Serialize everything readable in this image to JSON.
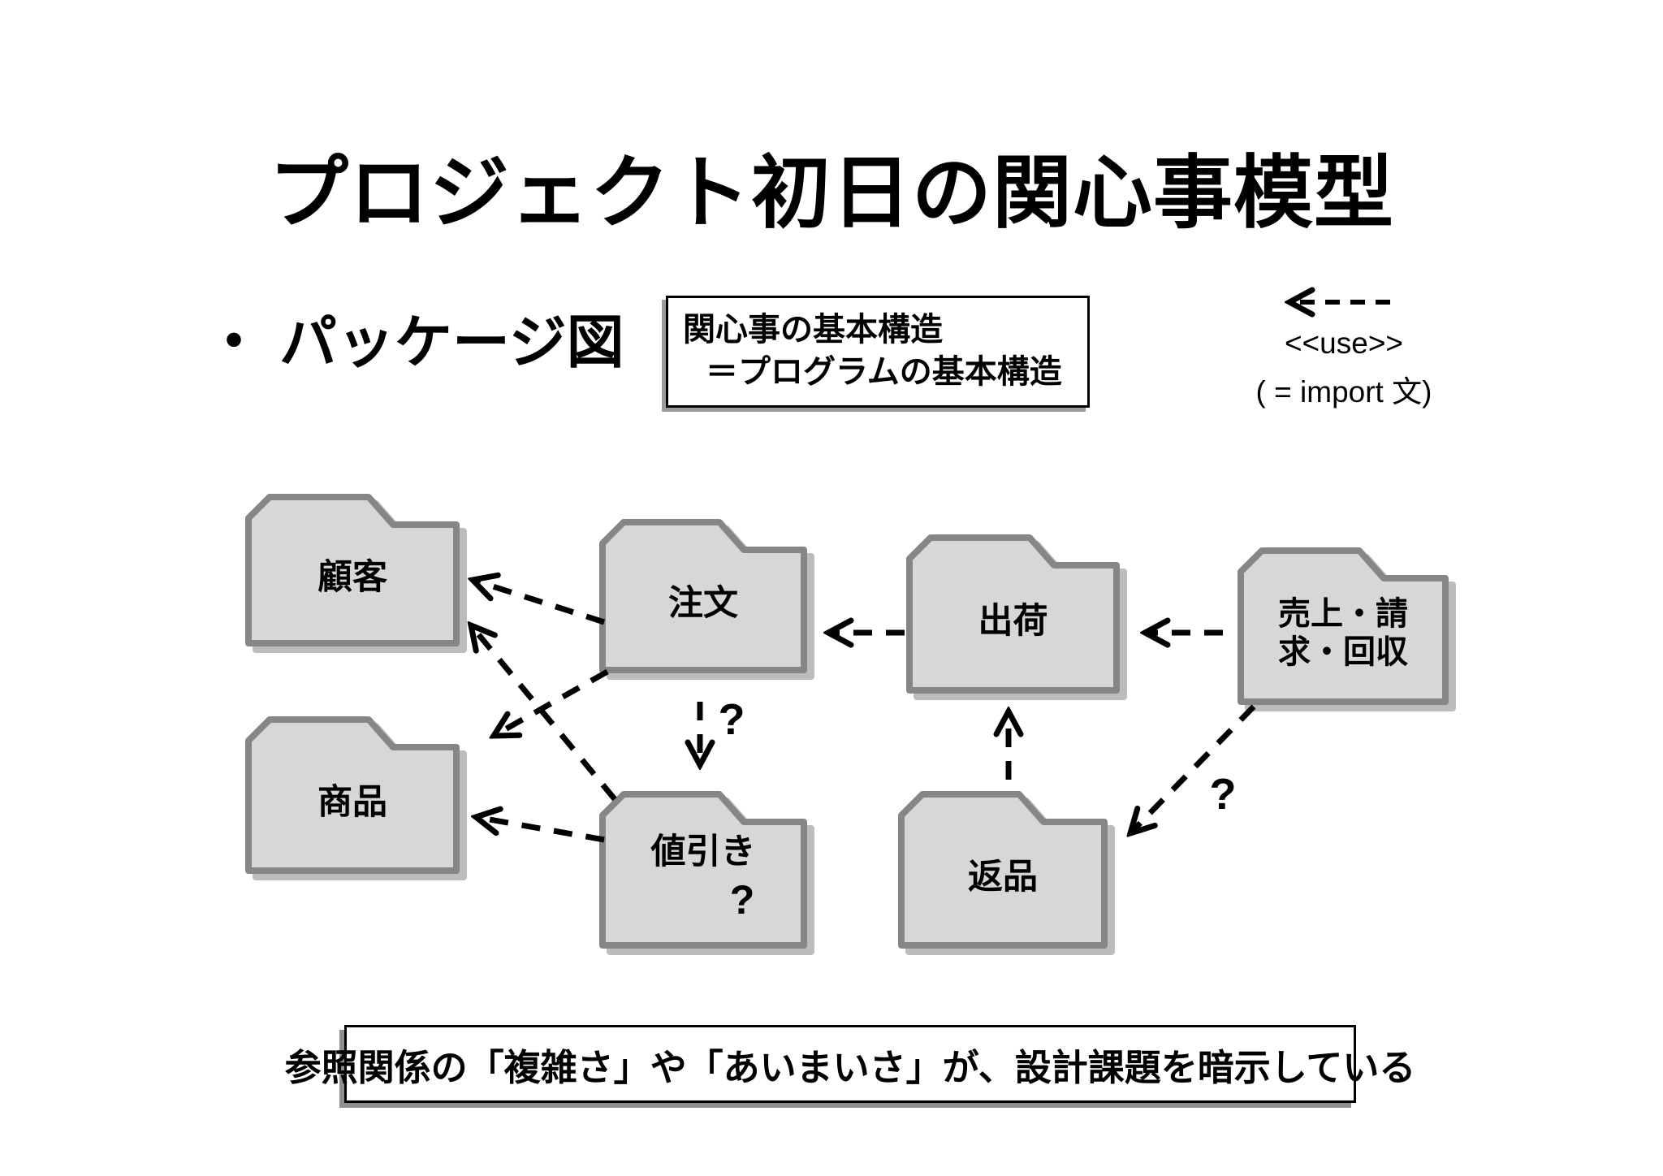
{
  "slide": {
    "title": "プロジェクト初日の関心事模型",
    "bullet_marker": "・",
    "bullet_item": "パッケージ図",
    "note_box": {
      "line1": "関心事の基本構造",
      "line2": "＝プログラムの基本構造"
    },
    "legend": {
      "stereotype": "<<use>>",
      "meaning": "( = import 文)"
    },
    "bottom_note": "参照関係の「複雑さ」や「あいまいさ」が、設計課題を暗示している"
  },
  "diagram": {
    "packages": [
      {
        "id": "customer",
        "label": "顧客"
      },
      {
        "id": "order",
        "label": "注文"
      },
      {
        "id": "shipping",
        "label": "出荷"
      },
      {
        "id": "sales",
        "label": "売上・請求・回収"
      },
      {
        "id": "product",
        "label": "商品"
      },
      {
        "id": "discount",
        "label": "値引き",
        "sublabel": "?"
      },
      {
        "id": "returns",
        "label": "返品"
      }
    ],
    "relations": [
      {
        "from": "order",
        "to": "customer"
      },
      {
        "from": "discount",
        "to": "customer"
      },
      {
        "from": "order",
        "to": "product"
      },
      {
        "from": "discount",
        "to": "product"
      },
      {
        "from": "order",
        "to": "discount",
        "label": "?"
      },
      {
        "from": "shipping",
        "to": "order"
      },
      {
        "from": "sales",
        "to": "shipping"
      },
      {
        "from": "returns",
        "to": "shipping"
      },
      {
        "from": "sales",
        "to": "returns",
        "label": "?"
      }
    ],
    "colors": {
      "package_fill": "#d7d7d7",
      "package_border": "#868686",
      "arrow": "#000000"
    }
  }
}
